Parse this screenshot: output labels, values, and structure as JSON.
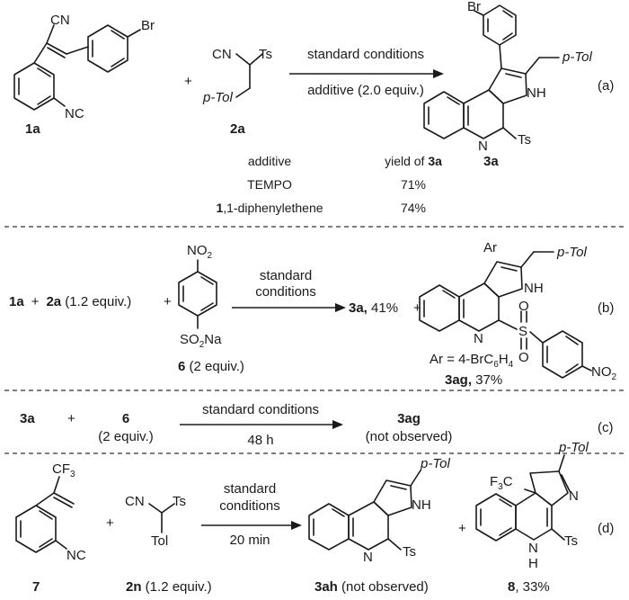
{
  "panel_a": {
    "tag": "(a)",
    "cond_top": "standard conditions",
    "cond_bottom": "additive (2.0 equiv.)",
    "plus": "+",
    "cmpd_1a": "1a",
    "cmpd_2a": "2a",
    "cmpd_3a": "3a",
    "atoms": {
      "br": "Br",
      "cn": "CN",
      "nc": "NC",
      "ts": "Ts",
      "ptol": "p-Tol",
      "nh": "NH",
      "n": "N"
    },
    "table": {
      "head_additive": "additive",
      "head_yield_pre": "yield of ",
      "head_yield_cmpd": "3a",
      "rows": [
        {
          "additive": "TEMPO",
          "yield": "71%"
        },
        {
          "additive_bold": "1",
          "additive_rest": ",1-diphenylethene",
          "yield": "74%"
        }
      ]
    }
  },
  "panel_b": {
    "tag": "(b)",
    "r1": "1a",
    "plus": "+",
    "r2": "2a",
    "r2_amt": " (1.2 equiv.)",
    "cond_1": "standard",
    "cond_2": "conditions",
    "p1": "3a,",
    "p1_yield": " 41%",
    "reagent_label": "6",
    "reagent_amt": " (2 equiv.)",
    "reagent_no2": "NO2",
    "reagent_so2na": "SO2Na",
    "ar_def": "Ar = 4-BrC6H4",
    "p2": "3ag,",
    "p2_yield": " 37%",
    "atoms": {
      "ar": "Ar",
      "ptol": "p-Tol",
      "nh": "NH",
      "n": "N",
      "s": "S",
      "o": "O",
      "no2": "NO2"
    }
  },
  "panel_c": {
    "tag": "(c)",
    "r1": "3a",
    "plus": "+",
    "r2": "6",
    "r2_amt": "(2 equiv.)",
    "cond_top": "standard conditions",
    "cond_bottom": "48 h",
    "product": "3ag",
    "product_note": "(not observed)"
  },
  "panel_d": {
    "tag": "(d)",
    "cmpd_7": "7",
    "plus": "+",
    "cmpd_2n": "2n",
    "cmpd_2n_amt": " (1.2 equiv.)",
    "cond_1": "standard",
    "cond_2": "conditions",
    "cond_3": "20 min",
    "p1": "3ah",
    "p1_note": " (not observed)",
    "p2": "8",
    "p2_yield": ", 33%",
    "atoms": {
      "cf3": "CF3",
      "nc": "NC",
      "cn": "CN",
      "ts": "Ts",
      "tol": "Tol",
      "ptol": "p-Tol",
      "nh": "NH",
      "n": "N",
      "h": "H"
    }
  }
}
